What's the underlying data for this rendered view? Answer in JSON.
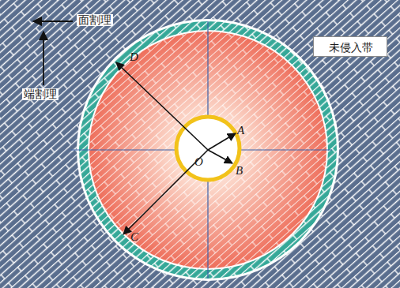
{
  "diagram": {
    "nodes": [
      {
        "text": [
          "未侵入带"
        ]
      }
    ],
    "labels": [
      "面割理",
      "端割理",
      "A",
      "B",
      "C",
      "D",
      "O"
    ]
  }
}
